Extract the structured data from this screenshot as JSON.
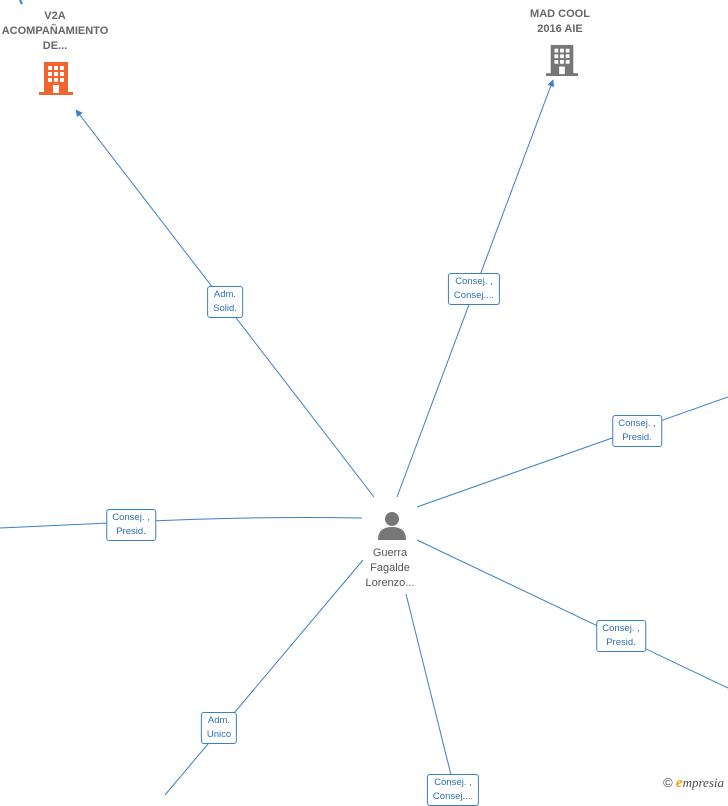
{
  "colors": {
    "edge": "#3c7fc9",
    "company_active": "#f26430",
    "company_inactive": "#777777",
    "person": "#777777"
  },
  "center": {
    "name_lines": [
      "Guerra",
      "Fagalde",
      "Lorenzo..."
    ],
    "icon": "person-icon"
  },
  "companies": [
    {
      "id": "v2a",
      "name_lines": [
        "V2A",
        "ACOMPAÑAMIENTO",
        "DE..."
      ],
      "icon": "building-icon",
      "status": "active"
    },
    {
      "id": "madcool",
      "name_lines": [
        "MAD COOL",
        "2016 AIE"
      ],
      "icon": "building-icon",
      "status": "inactive"
    }
  ],
  "relations": [
    {
      "id": "r1",
      "lines": [
        "Adm.",
        "Solid."
      ]
    },
    {
      "id": "r2",
      "lines": [
        "Consej. ,",
        "Consej...."
      ]
    },
    {
      "id": "r3",
      "lines": [
        "Consej. ,",
        "Presid."
      ]
    },
    {
      "id": "r4",
      "lines": [
        "Consej. ,",
        "Presid."
      ]
    },
    {
      "id": "r5",
      "lines": [
        "Consej. ,",
        "Presid."
      ]
    },
    {
      "id": "r6",
      "lines": [
        "Adm.",
        "Unico"
      ]
    },
    {
      "id": "r7",
      "lines": [
        "Consej. ,",
        "Consej...."
      ]
    }
  ],
  "brand": {
    "copyright": "©",
    "initial": "e",
    "rest": "mpresia"
  }
}
